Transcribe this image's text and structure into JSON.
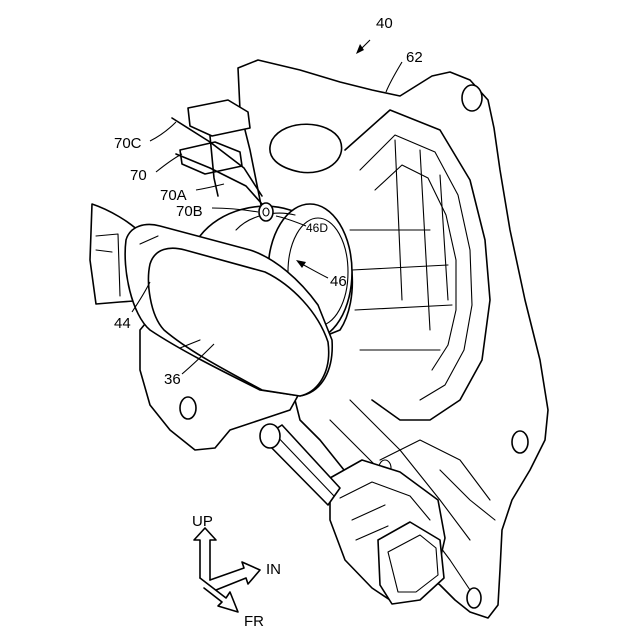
{
  "labels": {
    "n40": "40",
    "n62": "62",
    "n70C": "70C",
    "n70": "70",
    "n70A": "70A",
    "n70B": "70B",
    "n46D": "46D",
    "n46": "46",
    "n44": "44",
    "n36": "36"
  },
  "directions": {
    "up": "UP",
    "inward": "IN",
    "front": "FR"
  }
}
